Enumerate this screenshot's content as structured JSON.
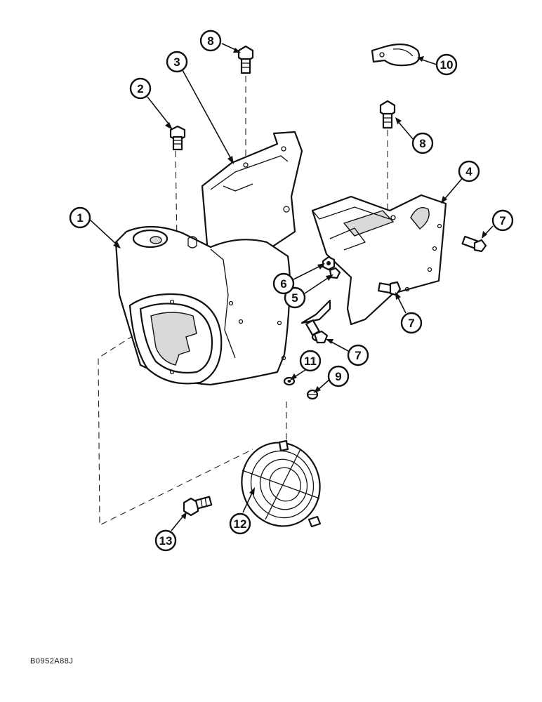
{
  "callouts": {
    "c1": "1",
    "c2": "2",
    "c3": "3",
    "c4": "4",
    "c5": "5",
    "c6": "6",
    "c7a": "7",
    "c7b": "7",
    "c7c": "7",
    "c8a": "8",
    "c8b": "8",
    "c9": "9",
    "c10": "10",
    "c11": "11",
    "c12": "12",
    "c13": "13"
  },
  "drawing_code": "B0952A88J"
}
